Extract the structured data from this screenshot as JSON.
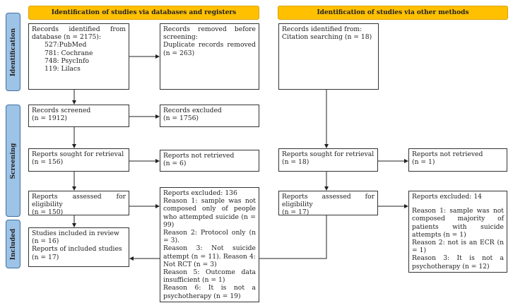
{
  "headers": {
    "databases": "Identification of studies via databases and registers",
    "other": "Identification of studies via other methods"
  },
  "phases": {
    "identification": "Identification",
    "screening": "Screening",
    "included": "Included"
  },
  "boxes": {
    "identified": {
      "l1": "Records identified from database (n = 2175):",
      "items": [
        "527:PubMed",
        "781: Cochrane",
        "748: PsycInfo",
        "119: Lilacs"
      ]
    },
    "removed": {
      "l1": "Records removed before screening:",
      "l2": "Duplicate records removed (n = 263)"
    },
    "citation": {
      "l1": "Records identified from:",
      "l2": "Citation searching (n = 18)"
    },
    "screened": {
      "l1": "Records screened",
      "l2": "(n = 1912)"
    },
    "excluded": {
      "l1": "Records excluded",
      "l2": "(n = 1756)"
    },
    "sought": {
      "l1": "Reports sought for retrieval",
      "l2": "(n = 156)"
    },
    "not_retrieved": {
      "l1": "Reports not retrieved",
      "l2": "(n = 6)"
    },
    "sought_other": {
      "l1": "Reports sought for retrieval",
      "l2": "(n = 18)"
    },
    "not_retrieved_other": {
      "l1": "Reports not retrieved",
      "l2": "(n = 1)"
    },
    "assessed": {
      "l1": "Reports assessed for eligibility",
      "l2": "(n = 150)"
    },
    "reports_excluded": {
      "l1": "Reports excluded: 136",
      "lines": [
        "Reason 1: sample was not composed only of people who attempted suicide (n = 99)",
        "Reason 2: Protocol only (n = 3).",
        "Reason 3: Not suicide attempt (n = 11). Reason 4: Not RCT (n = 3)",
        "Reason 5: Outcome data insufficient (n = 1)",
        "Reason 6: It is not a psychotherapy (n = 19)"
      ]
    },
    "assessed_other": {
      "l1": "Reports assessed for eligibility",
      "l2": "(n = 17)"
    },
    "reports_excluded_other": {
      "l1": "Reports excluded: 14",
      "lines": [
        "Reason 1: sample was not composed majority of patients with suicide attempts (n = 1)",
        "Reason 2: not is an ECR (n = 1)",
        "Reason 3: It is not a psychotherapy (n = 12)"
      ]
    },
    "included": {
      "l1": "Studies included in review",
      "l2": "(n = 16)",
      "l3": "Reports of included studies",
      "l4": "(n = 17)"
    }
  }
}
